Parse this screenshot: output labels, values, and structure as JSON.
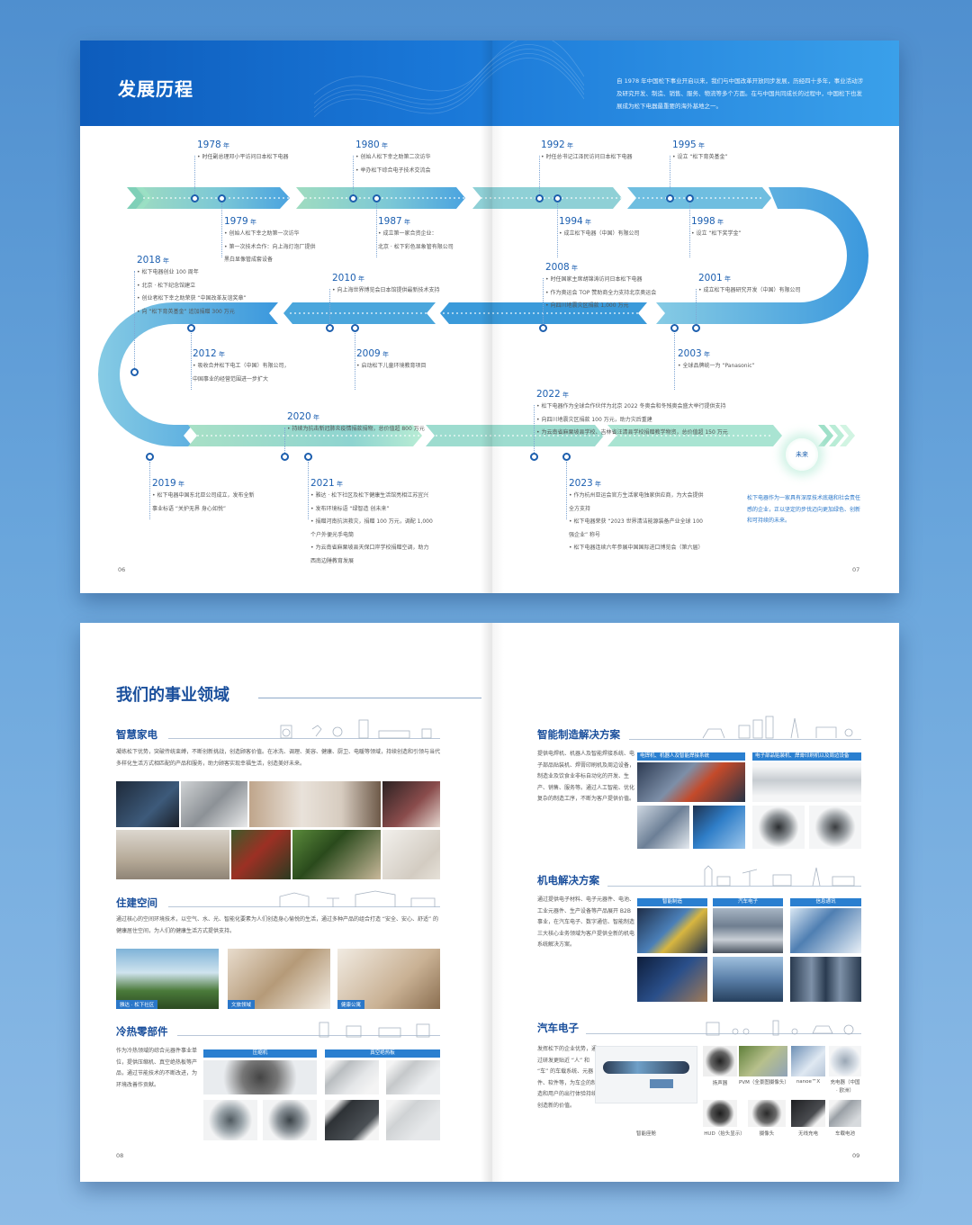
{
  "history": {
    "title": "发展历程",
    "intro": "自 1978 年中国松下事业开启以来，我们与中国改革开放同步发展，历经四十多年，事业活动涉及研究开发、制造、销售、服务、物流等多个方面。在与中国共同成长的过程中，中国松下也发展成为松下电器最重要的海外基地之一。",
    "future_label": "未来",
    "future_text": "松下电器作为一家具有深厚技术底蕴和社会责任感的企业，正以坚定的步伐迈向更加绿色、创新和可持续的未来。",
    "page_left": "06",
    "page_right": "07",
    "events": [
      {
        "year": "1978",
        "unit": "年",
        "lines": [
          "• 时任副总理邓小平访问日本松下电器"
        ]
      },
      {
        "year": "1980",
        "unit": "年",
        "lines": [
          "• 创始人松下幸之助第二次访华",
          "• 举办松下综合电子技术交流会"
        ]
      },
      {
        "year": "1992",
        "unit": "年",
        "lines": [
          "• 时任总书记江泽民访问日本松下电器"
        ]
      },
      {
        "year": "1995",
        "unit": "年",
        "lines": [
          "• 设立 “松下育英基金”"
        ]
      },
      {
        "year": "1979",
        "unit": "年",
        "lines": [
          "• 创始人松下幸之助第一次访华",
          "• 第一次技术合作：向上海灯泡厂提供",
          "  黑白显像管成套设备"
        ]
      },
      {
        "year": "1987",
        "unit": "年",
        "lines": [
          "• 成立第一家合资企业：",
          "  北京 · 松下彩色显象管有限公司"
        ]
      },
      {
        "year": "1994",
        "unit": "年",
        "lines": [
          "• 成立松下电器（中国）有限公司"
        ]
      },
      {
        "year": "1998",
        "unit": "年",
        "lines": [
          "• 设立 “松下奖学金”"
        ]
      },
      {
        "year": "2018",
        "unit": "年",
        "lines": [
          "• 松下电器创业 100 周年",
          "• 北京 · 松下纪念馆建立",
          "• 创业者松下幸之助荣获 “中国改革友谊奖章”",
          "• 向 “松下育英基金” 追加捐赠 300 万元"
        ]
      },
      {
        "year": "2010",
        "unit": "年",
        "lines": [
          "• 向上海世界博览会日本馆提供最新技术支持"
        ]
      },
      {
        "year": "2008",
        "unit": "年",
        "lines": [
          "• 时任国家主席胡锦涛访问日本松下电器",
          "• 作为奥运会 TOP 赞助商全力支持北京奥运会",
          "• 向四川地震灾区捐款 1,000 万元"
        ]
      },
      {
        "year": "2001",
        "unit": "年",
        "lines": [
          "• 成立松下电器研究开发（中国）有限公司"
        ]
      },
      {
        "year": "2012",
        "unit": "年",
        "lines": [
          "• 吸收合并松下电工（中国）有限公司，",
          "  中国事业的经营范围进一步扩大"
        ]
      },
      {
        "year": "2009",
        "unit": "年",
        "lines": [
          "• 启动松下儿童环境教育项目"
        ]
      },
      {
        "year": "2003",
        "unit": "年",
        "lines": [
          "• 全球品牌统一为 “Panasonic”"
        ]
      },
      {
        "year": "2022",
        "unit": "年",
        "lines": [
          "• 松下电器作为全球合作伙伴为北京 2022 冬奥会和冬残奥会盛大举行提供支持",
          "• 向四川地震灾区捐款 100 万元，助力灾后重建",
          "• 为云南省麻栗坡县学校、吉林省汪清县学校捐赠教学物资，总价值超 150 万元"
        ]
      },
      {
        "year": "2020",
        "unit": "年",
        "lines": [
          "• 持续为抗击新冠肺炎疫情捐款捐物，总价值超 800 万元"
        ]
      },
      {
        "year": "2019",
        "unit": "年",
        "lines": [
          "• 松下电器中国东北亚公司成立，发布全新",
          "  事业标语 “关护无界 身心如悦”"
        ]
      },
      {
        "year": "2021",
        "unit": "年",
        "lines": [
          "• 雅达 · 松下社区及松下健康生活馆亮相江苏宜兴",
          "• 发布环境标语 “绿智造 创未来”",
          "• 捐赠河南抗洪救灾，捐赠 100 万元，调配 1,000",
          "  个户外便光手电筒",
          "• 为云南省麻栗坡县天保口岸学校捐赠空调，助力",
          "  西南边陲教育发展"
        ]
      },
      {
        "year": "2023",
        "unit": "年",
        "lines": [
          "• 作为杭州亚运会官方生活家电独家供应商，为大会提供",
          "  全方支持",
          "• 松下电器荣获 “2023 世界清洁能源装备产业全球 100",
          "  强企业” 称号",
          "• 松下电器连续六年参展中国国际进口博览会（第六届）"
        ]
      }
    ]
  },
  "business": {
    "title": "我们的事业领域",
    "page_left": "08",
    "page_right": "09",
    "smart_home": {
      "title": "智慧家电",
      "text": "凝练松下优势，突破传统束缚，不断创新挑战，创造顾客价值。在冰洗、调理、美容、健康、厨卫、电暖等领域，持续创造和引领与当代多样化生活方式相匹配的产品和服务，助力顾客实现幸福生活，创造美好未来。"
    },
    "housing": {
      "title": "住建空间",
      "text": "通过核心的空间环境技术，以空气、水、光、智能化要素为人们创造身心愉悦的生活，通过多种产品的组合打造 “安全、安心、舒适” 的健康居住空间，为人们的健康生活方式提供支持。",
      "captions": [
        "雅达 · 松下社区",
        "文旅领域",
        "健康公寓"
      ]
    },
    "cold_parts": {
      "title": "冷热零部件",
      "text": "作为冷热领域的综合元器件事业单位，提供压缩机、真空绝热板等产品，通过节能技术的不断改进，为环境改善作贡献。",
      "labels": [
        "压缩机",
        "真空绝热板"
      ]
    },
    "manufacturing": {
      "title": "智能制造解决方案",
      "text": "提供电焊机、机器人及智能焊接系统、电子部品贴装机、焊膏印刷机及周边设备，制造业及饮食业非标自动化的开发、生产、销售、服务等。通过人工智能、优化复杂的制造工序，不断为客户提供价值。",
      "labels": [
        "电焊机、机器人及智能焊接系统",
        "电子部品贴装机、焊膏印刷机以及周边设备"
      ]
    },
    "electromech": {
      "title": "机电解决方案",
      "text": "通过提供电子材料、电子元器件、电池、工业元器件、生产设备等产品展开 B2B 事业，在汽车电子、数字通信、智能制造三大核心业务领域为客户提供全新的机电系统解决方案。",
      "labels": [
        "智能制造",
        "汽车电子",
        "信息通讯"
      ]
    },
    "automotive": {
      "title": "汽车电子",
      "text": "发挥松下的企业优势，通过研发更贴近 “人” 和 “车” 的车载系统、元器件、软件等，为车企的制造和用户的出行体验持续创造新的价值。",
      "cockpit_label": "智能座舱",
      "hud_label": "HUD（抬头显示）",
      "items": [
        "扬声器",
        "PVM（全景图摄像头）",
        "nanoe™X",
        "充电器（中国 · 欧洲）",
        "摄像头",
        "无线充电",
        "车载电池"
      ]
    }
  }
}
